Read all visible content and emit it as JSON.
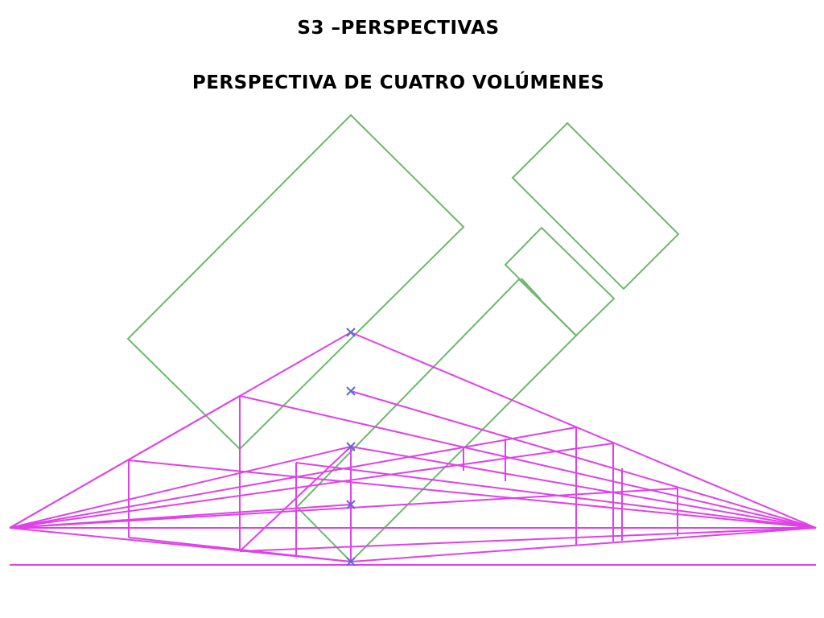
{
  "header": {
    "title": "S3 –PERSPECTIVAS",
    "subtitle": "PERSPECTIVA DE CUATRO VOLÚMENES"
  },
  "colors": {
    "plan_lines": "#6db86d",
    "perspective_lines": "#e040e8",
    "station_markers": "#5a6ad8",
    "background": "#ffffff",
    "text": "#000000"
  },
  "drawing": {
    "plan_volumes": [
      "volume-large",
      "volume-top-right",
      "volume-small-upper",
      "volume-long-diagonal"
    ],
    "markers": [
      "marker-1",
      "marker-2",
      "marker-3",
      "marker-4",
      "marker-5"
    ]
  }
}
